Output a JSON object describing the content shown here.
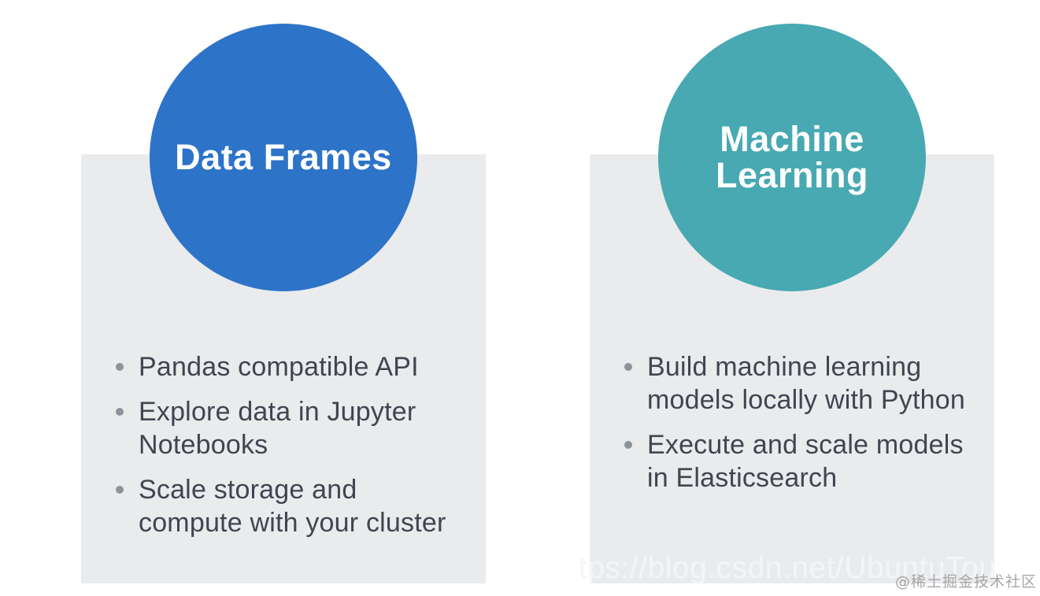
{
  "cards": [
    {
      "title": "Data Frames",
      "circle_color": "#2d73c8",
      "bullets": [
        "Pandas compatible API",
        "Explore data in Jupyter\nNotebooks",
        "Scale storage and\ncompute with your cluster"
      ]
    },
    {
      "title": "Machine\nLearning",
      "circle_color": "#48a9b2",
      "bullets": [
        "Build machine learning\nmodels locally with Python",
        "Execute and scale models\nin Elasticsearch"
      ]
    }
  ],
  "watermark": {
    "url_text": "tps://blog.csdn.net/UbuntuTou",
    "credit_text": "@稀土掘金技术社区"
  },
  "colors": {
    "page_background": "#ffffff",
    "card_background": "#e9ebed",
    "data_frames_circle": "#2d73c8",
    "machine_learning_circle": "#48a9b2",
    "circle_title_text": "#ffffff",
    "bullet_text": "#3f4650",
    "bullet_dot": "#8d939b",
    "watermark_url_text": "#f4f5f7",
    "watermark_credit_text": "#a6a6a6"
  }
}
